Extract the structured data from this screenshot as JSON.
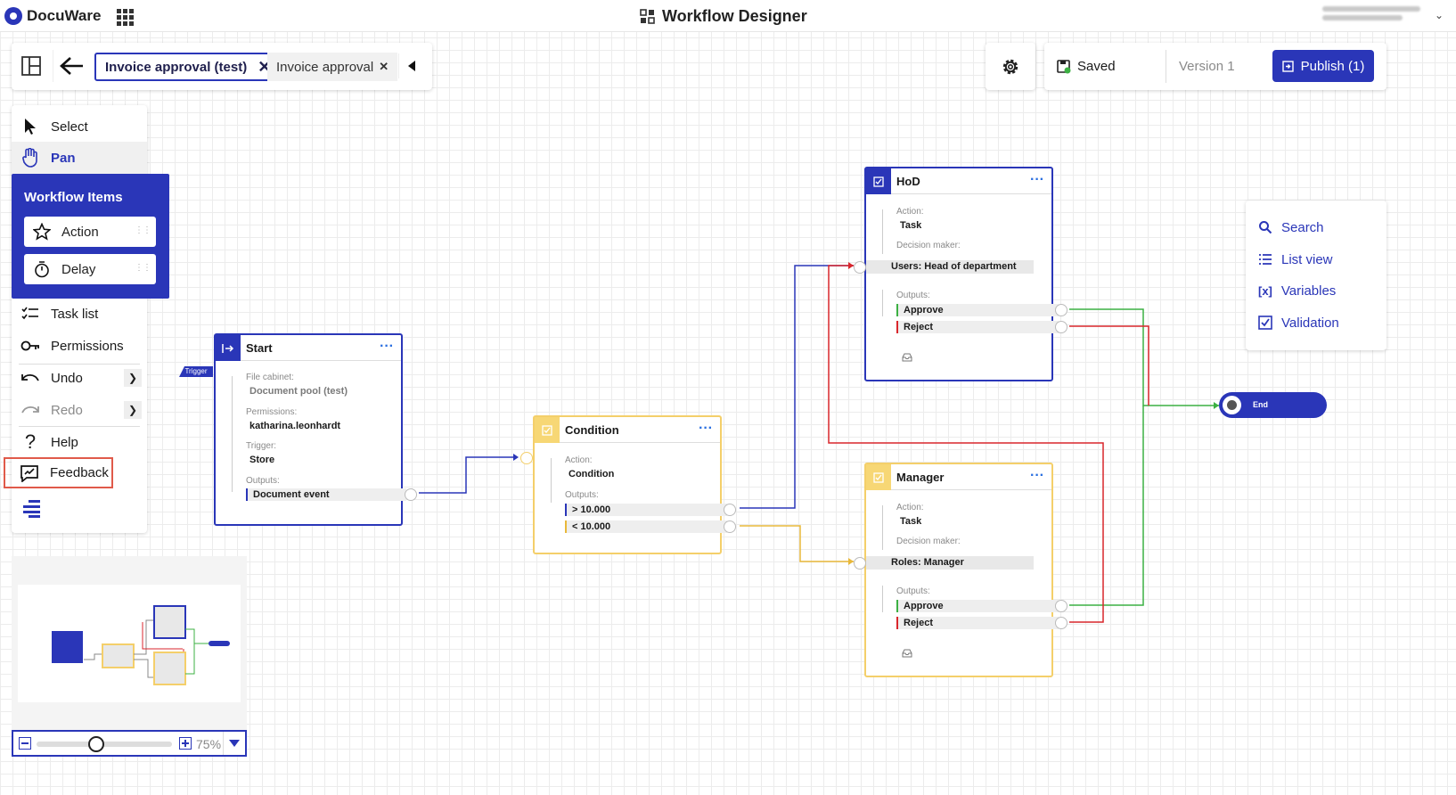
{
  "app": {
    "brand": "DocuWare",
    "title": "Workflow Designer",
    "user_name_line1": "katharina.leonhardt",
    "user_name_line2": "testmain-productdev"
  },
  "tabs": [
    {
      "label": "Invoice approval (test)",
      "active": true
    },
    {
      "label": "Invoice approval",
      "active": false
    }
  ],
  "status": {
    "saved": "Saved",
    "version": "Version 1",
    "publish": "Publish (1)"
  },
  "tools": {
    "select": "Select",
    "pan": "Pan",
    "workflow_items_header": "Workflow Items",
    "action": "Action",
    "delay": "Delay",
    "task_list": "Task list",
    "permissions": "Permissions",
    "undo": "Undo",
    "redo": "Redo",
    "help": "Help",
    "feedback": "Feedback"
  },
  "right_panel": {
    "search": "Search",
    "list_view": "List view",
    "variables": "Variables",
    "validation": "Validation"
  },
  "nodes": {
    "start": {
      "title": "Start",
      "trigger_badge": "Trigger",
      "file_cabinet_label": "File cabinet:",
      "file_cabinet": "Document pool (test)",
      "permissions_label": "Permissions:",
      "permissions": "katharina.leonhardt",
      "trigger_label": "Trigger:",
      "trigger": "Store",
      "outputs_label": "Outputs:",
      "output": "Document event"
    },
    "condition": {
      "title": "Condition",
      "action_label": "Action:",
      "action": "Condition",
      "outputs_label": "Outputs:",
      "outputs": [
        "> 10.000",
        "< 10.000"
      ]
    },
    "hod": {
      "title": "HoD",
      "action_label": "Action:",
      "action": "Task",
      "decision_label": "Decision maker:",
      "decision": "Users: Head of department",
      "outputs_label": "Outputs:",
      "outputs": [
        "Approve",
        "Reject"
      ]
    },
    "manager": {
      "title": "Manager",
      "action_label": "Action:",
      "action": "Task",
      "decision_label": "Decision maker:",
      "decision": "Roles: Manager",
      "outputs_label": "Outputs:",
      "outputs": [
        "Approve",
        "Reject"
      ]
    },
    "end": {
      "title": "End"
    }
  },
  "zoom": {
    "level": "75%",
    "slider_fraction": 0.44
  },
  "colors": {
    "primary": "#2a36b8",
    "condition_yellow": "#f4cf6a",
    "approve_green": "#3cb043",
    "reject_red": "#d9262c",
    "feedback_highlight": "#e05a4a"
  }
}
